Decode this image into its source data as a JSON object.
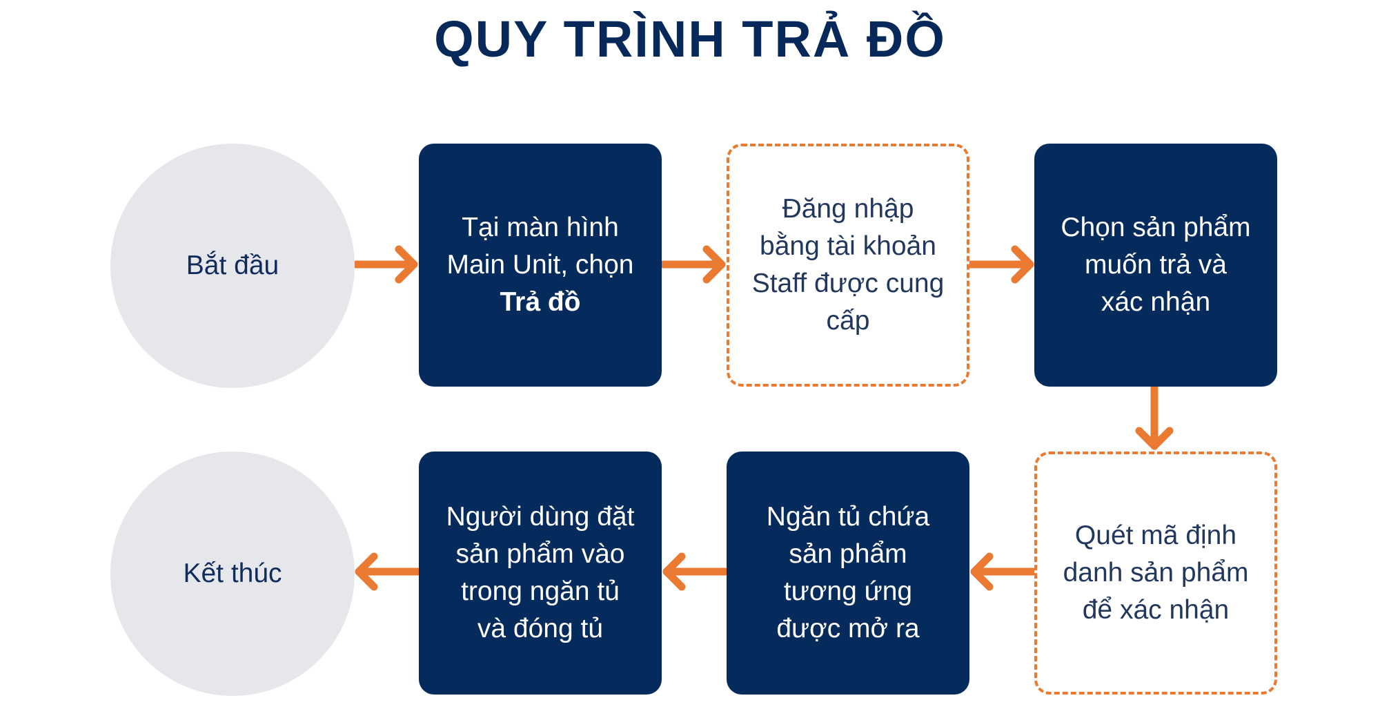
{
  "title": "QUY TRÌNH TRẢ ĐỒ",
  "colors": {
    "navy": "#052a5c",
    "accent_orange": "#ea7a31",
    "circle_gray": "#e6e7eb",
    "title": "#06295a"
  },
  "nodes": {
    "start": {
      "label": "Bắt đầu"
    },
    "step1": {
      "line1": "Tại màn hình",
      "line2": "Main Unit, chọn",
      "line3": "Trả đồ"
    },
    "step2": {
      "line1": "Đăng nhập",
      "line2": "bằng tài khoản",
      "line3": "Staff được cung",
      "line4": "cấp"
    },
    "step3": {
      "line1": "Chọn sản phẩm",
      "line2": "muốn trả và",
      "line3": "xác nhận"
    },
    "step4": {
      "line1": "Quét mã định",
      "line2": "danh sản phẩm",
      "line3": "để xác nhận"
    },
    "step5": {
      "line1": "Ngăn tủ chứa",
      "line2": "sản phẩm",
      "line3": "tương ứng",
      "line4": "được mở ra"
    },
    "step6": {
      "line1": "Người dùng đặt",
      "line2": "sản phẩm vào",
      "line3": "trong ngăn tủ",
      "line4": "và đóng tủ"
    },
    "end": {
      "label": "Kết thúc"
    }
  }
}
